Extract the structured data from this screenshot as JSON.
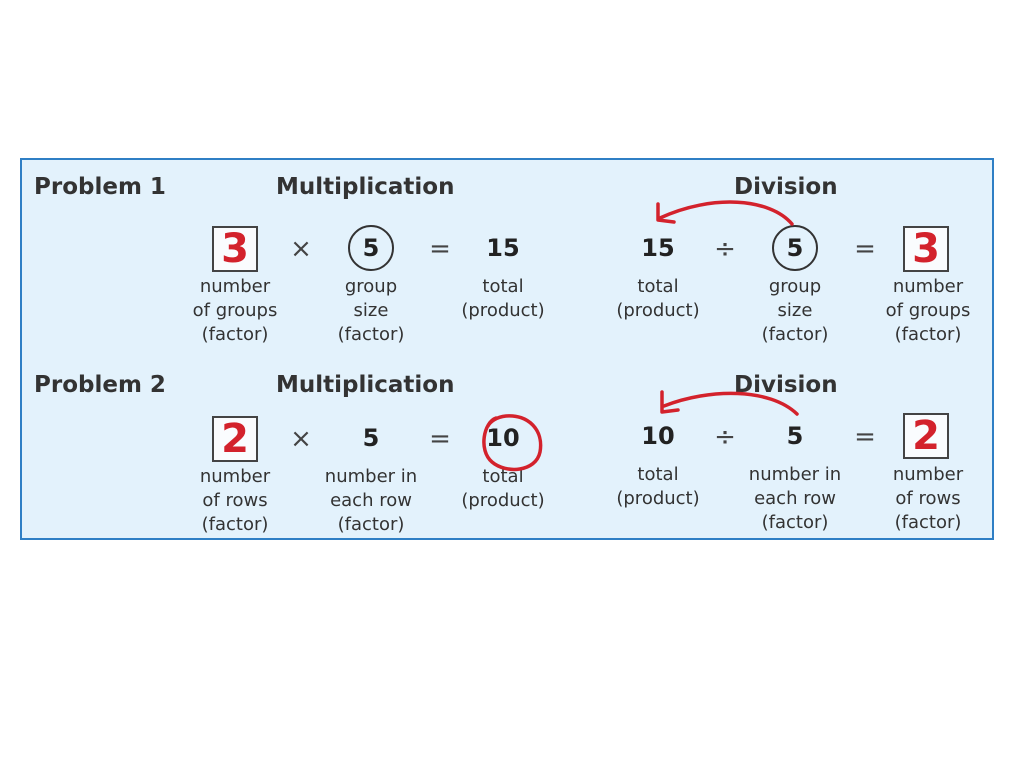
{
  "problem1": {
    "title": "Problem 1",
    "multiplication": {
      "heading": "Multiplication",
      "answer": "3",
      "times": "×",
      "group_size": "5",
      "equals": "=",
      "product": "15",
      "labels": {
        "factor1": [
          "number",
          "of groups",
          "(factor)"
        ],
        "factor2": [
          "group",
          "size",
          "(factor)"
        ],
        "product": [
          "total",
          "(product)"
        ]
      }
    },
    "division": {
      "heading": "Division",
      "total": "15",
      "divide": "÷",
      "group_size": "5",
      "equals": "=",
      "answer": "3",
      "labels": {
        "total": [
          "total",
          "(product)"
        ],
        "divisor": [
          "group",
          "size",
          "(factor)"
        ],
        "quotient": [
          "number",
          "of groups",
          "(factor)"
        ]
      }
    }
  },
  "problem2": {
    "title": "Problem 2",
    "multiplication": {
      "heading": "Multiplication",
      "answer": "2",
      "times": "×",
      "row_size": "5",
      "equals": "=",
      "product": "10",
      "labels": {
        "factor1": [
          "number",
          "of rows",
          "(factor)"
        ],
        "factor2": [
          "number in",
          "each row",
          "(factor)"
        ],
        "product": [
          "total",
          "(product)"
        ]
      }
    },
    "division": {
      "heading": "Division",
      "total": "10",
      "divide": "÷",
      "row_size": "5",
      "equals": "=",
      "answer": "2",
      "labels": {
        "total": [
          "total",
          "(product)"
        ],
        "divisor": [
          "number in",
          "each row",
          "(factor)"
        ],
        "quotient": [
          "number",
          "of rows",
          "(factor)"
        ]
      }
    }
  },
  "annotation_color": "#d3222c",
  "panel_colors": {
    "background": "#e3f2fc",
    "border": "#2f7fc5"
  }
}
